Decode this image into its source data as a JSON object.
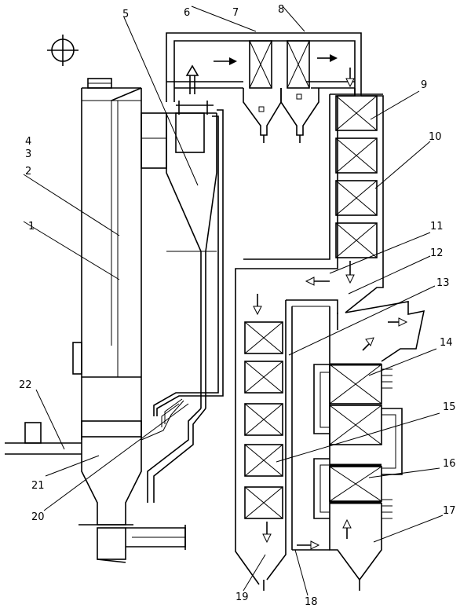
{
  "labels": {
    "n1": "1",
    "n2": "2",
    "n3": "3",
    "n4": "4",
    "n5": "5",
    "n6": "6",
    "n7": "7",
    "n8": "8",
    "n9": "9",
    "n10": "10",
    "n11": "11",
    "n12": "12",
    "n13": "13",
    "n14": "14",
    "n15": "15",
    "n16": "16",
    "n17": "17",
    "n18": "18",
    "n19": "19",
    "n20": "20",
    "n21": "21",
    "n22": "22"
  },
  "colors": {
    "line": "#000000",
    "background": "#ffffff"
  }
}
